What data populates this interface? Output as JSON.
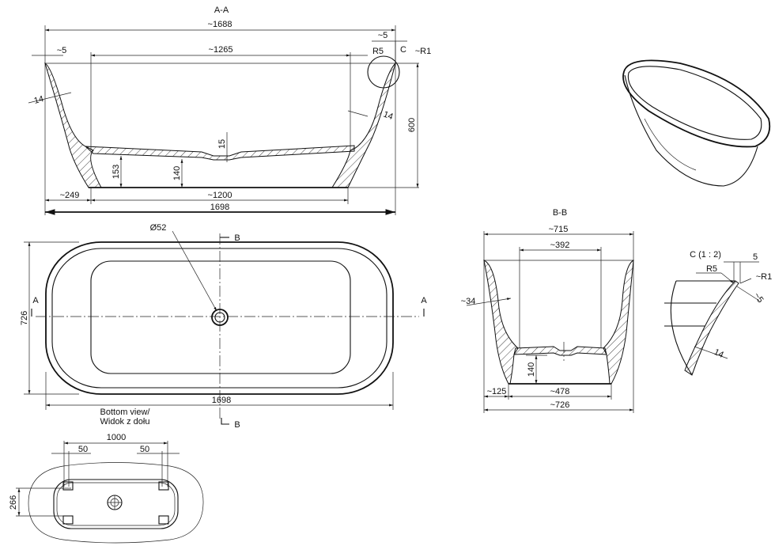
{
  "section_aa": {
    "title": "A-A",
    "dims": {
      "overall_top": "~1688",
      "rim_left": "~5",
      "inner_top": "~1265",
      "rim_right": "~5",
      "radius_r5": "R5",
      "detail_ref": "C",
      "radius_r1": "~R1",
      "wall_left": "14",
      "wall_right": "14",
      "height": "600",
      "drain_step": "15",
      "floor_153": "153",
      "floor_140": "140",
      "base_offset": "~249",
      "base": "~1200",
      "overall_bottom": "1698"
    }
  },
  "plan_view": {
    "drain": "Ø52",
    "section_b_top": "B",
    "section_b_bottom": "B",
    "section_a_left": "A",
    "section_a_right": "A",
    "width": "726",
    "length": "1698"
  },
  "bottom_view": {
    "title_line1": "Bottom view/",
    "title_line2": "Widok z dołu",
    "feet_span": "1000",
    "foot_left": "50",
    "foot_right": "50",
    "feet_depth": "266"
  },
  "section_bb": {
    "title": "B-B",
    "dims": {
      "top": "~715",
      "inner": "~392",
      "wall": "~34",
      "floor": "140",
      "base_offset": "~125",
      "base": "~478",
      "overall": "~726"
    }
  },
  "detail_c": {
    "title": "C (1 : 2)",
    "dims": {
      "rim": "5",
      "r5": "R5",
      "r1": "~R1",
      "edge": "~5",
      "wall": "14"
    }
  }
}
